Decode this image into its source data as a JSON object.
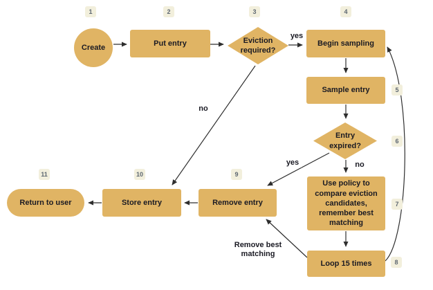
{
  "colors": {
    "node_fill": "#E0B464",
    "badge_bg": "#F2EFDC",
    "badge_text": "#5D6771",
    "node_text": "#1A1A23",
    "edge": "#2E2E2E",
    "background": "#FFFFFF"
  },
  "nodes": [
    {
      "step": "1",
      "shape": "circle",
      "label": "Create"
    },
    {
      "step": "2",
      "shape": "rect",
      "label": "Put entry"
    },
    {
      "step": "3",
      "shape": "diamond",
      "label": "Eviction required?"
    },
    {
      "step": "4",
      "shape": "rect",
      "label": "Begin sampling"
    },
    {
      "step": "5",
      "shape": "rect",
      "label": "Sample entry"
    },
    {
      "step": "6",
      "shape": "diamond",
      "label": "Entry expired?"
    },
    {
      "step": "7",
      "shape": "rect",
      "label": "Use policy to compare eviction candidates, remember best matching"
    },
    {
      "step": "8",
      "shape": "rect",
      "label": "Loop 15 times"
    },
    {
      "step": "9",
      "shape": "rect",
      "label": "Remove entry"
    },
    {
      "step": "10",
      "shape": "rect",
      "label": "Store entry"
    },
    {
      "step": "11",
      "shape": "stadium",
      "label": "Return to user"
    }
  ],
  "edge_labels": {
    "eviction_yes": "yes",
    "eviction_no": "no",
    "expired_yes": "yes",
    "expired_no": "no",
    "loop_to_remove": "Remove best matching"
  }
}
